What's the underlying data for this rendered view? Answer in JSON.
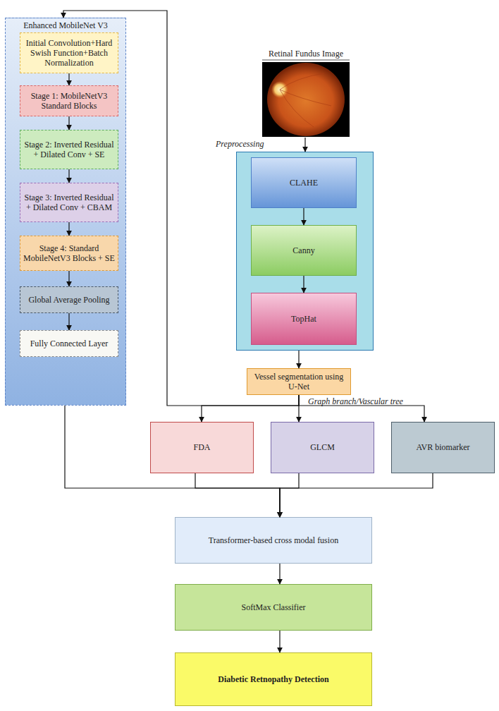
{
  "diagram": {
    "nodes": [
      {
        "text": [
          "Enhanced MobileNet V3"
        ]
      },
      {
        "text": [
          "Initial Convolution+Hard Swish Function+Batch Normalization"
        ],
        "in": 0
      },
      {
        "text": [
          "Stage 1: MobileNetV3 Standard Blocks"
        ],
        "in": 0
      },
      {
        "text": [
          "Stage 2: Inverted Residual + Dilated Conv + SE"
        ],
        "in": 0
      },
      {
        "text": [
          "Stage 3: Inverted Residual + Dilated Conv + CBAM"
        ],
        "in": 0
      },
      {
        "text": [
          "Stage 4: Standard MobileNetV3 Blocks + SE"
        ],
        "in": 0
      },
      {
        "text": [
          "Global Average Pooling"
        ],
        "in": 0
      },
      {
        "text": [
          "Fully Connected Layer"
        ],
        "in": 0
      },
      {
        "text": [
          "Retinal Fundus Image"
        ]
      },
      {
        "text": [
          "Preprocessing"
        ]
      },
      {
        "text": [
          "CLAHE"
        ],
        "in": 9
      },
      {
        "text": [
          "Canny"
        ],
        "in": 9
      },
      {
        "text": [
          "TopHat"
        ],
        "in": 9
      },
      {
        "text": [
          "Vessel segmentation using U-Net"
        ]
      },
      {
        "text": [
          "FDA"
        ]
      },
      {
        "text": [
          "GLCM"
        ]
      },
      {
        "text": [
          "AVR biomarker"
        ]
      },
      {
        "text": [
          "Transformer-based cross modal fusion"
        ]
      },
      {
        "text": [
          "SoftMax Classifier"
        ]
      },
      {
        "text": [
          "Diabetic Retnopathy Detection"
        ]
      }
    ],
    "edges": [
      {
        "from": 1,
        "to": 2,
        "arrow": "to"
      },
      {
        "from": 2,
        "to": 3,
        "arrow": "to"
      },
      {
        "from": 3,
        "to": 4,
        "arrow": "to"
      },
      {
        "from": 4,
        "to": 5,
        "arrow": "to"
      },
      {
        "from": 5,
        "to": 6,
        "arrow": "to"
      },
      {
        "from": 6,
        "to": 7,
        "arrow": "to"
      },
      {
        "from": 8,
        "to": 9,
        "arrow": "to"
      },
      {
        "from": 10,
        "to": 11,
        "arrow": "to"
      },
      {
        "from": 11,
        "to": 12,
        "arrow": "to"
      },
      {
        "from": 9,
        "to": 13,
        "arrow": "to"
      },
      {
        "from": 13,
        "to": 0,
        "arrow": "to"
      },
      {
        "from": 13,
        "to": 14,
        "arrow": "to"
      },
      {
        "from": 13,
        "to": 15,
        "arrow": "to"
      },
      {
        "from": 13,
        "to": 16,
        "arrow": "to"
      },
      {
        "from": 0,
        "to": 17,
        "arrow": "to"
      },
      {
        "from": 14,
        "to": 17,
        "arrow": "to"
      },
      {
        "from": 15,
        "to": 17,
        "arrow": "to"
      },
      {
        "from": 16,
        "to": 17,
        "arrow": "to"
      },
      {
        "from": 17,
        "to": 18,
        "arrow": "to"
      },
      {
        "from": 18,
        "to": 19,
        "arrow": "to"
      }
    ],
    "labels": [
      "Graph branch/Vascular tree"
    ]
  }
}
